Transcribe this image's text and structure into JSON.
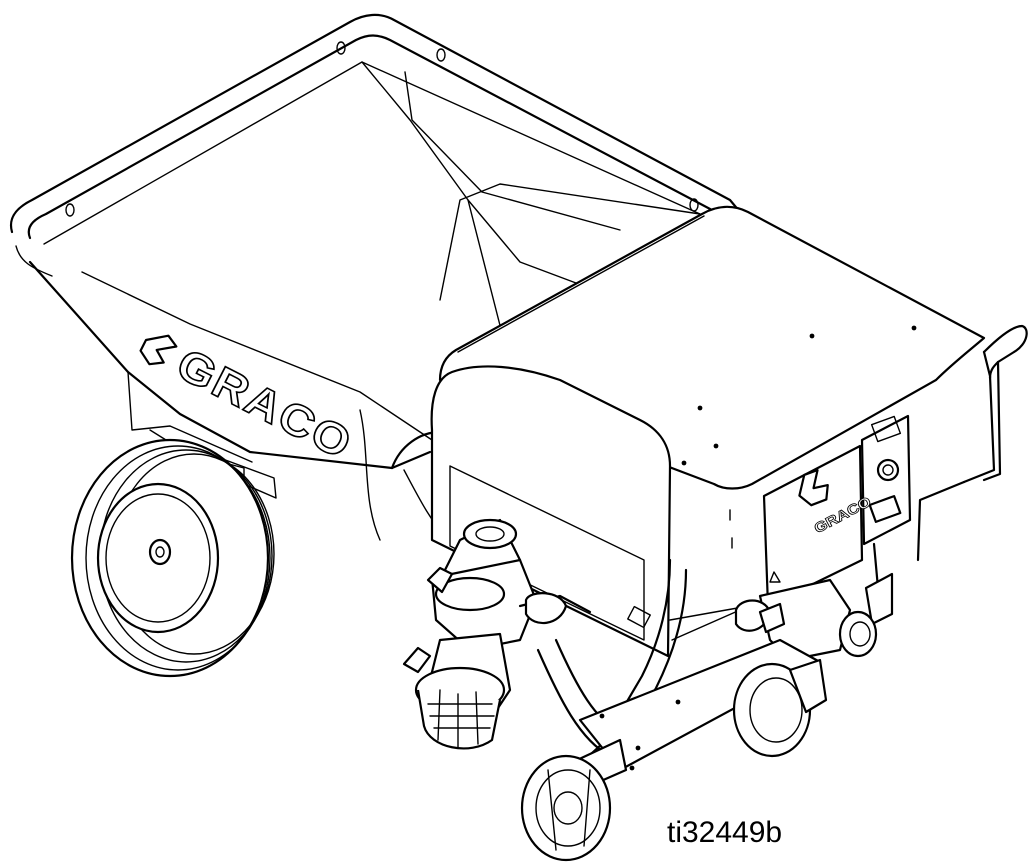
{
  "figure": {
    "id_label": "ti32449b",
    "brand_marks": [
      {
        "name": "hopper-logo",
        "text": "GRACO"
      },
      {
        "name": "control-panel-logo",
        "text": "GRACO"
      }
    ]
  }
}
